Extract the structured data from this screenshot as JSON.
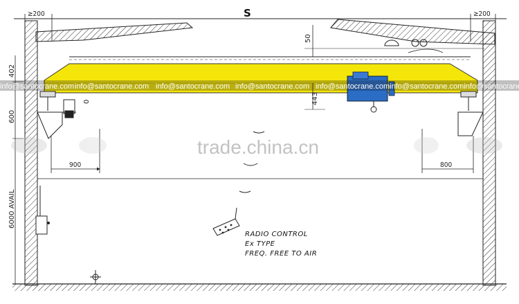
{
  "title": "S",
  "dimensions": {
    "left_clearance": "≥200",
    "right_clearance": "≥200",
    "top_clearance": "50",
    "girder_height": "402",
    "hook_drop": "443",
    "hook_offset": "0",
    "side_drop": "600",
    "left_approach": "900",
    "right_approach": "800",
    "lift_height": "6000 AVAIL"
  },
  "notes": {
    "line1": "RADIO CONTROL",
    "line2": "Ex TYPE",
    "line3": "FREQ. FREE TO AIR"
  },
  "watermark": {
    "email_1": "info@santocrane.com",
    "email_2": "info@santocrane.com",
    "email_3": "info@santocrane.com",
    "email_4": "info@santocrane.com",
    "email_5": "info@santocrane.cominfo@santocrane.cominfo@santocrane.c",
    "site": "trade.china.cn"
  },
  "colors": {
    "girder": "#f5e60a",
    "hoist": "#2b6cc4",
    "line": "#222222"
  }
}
